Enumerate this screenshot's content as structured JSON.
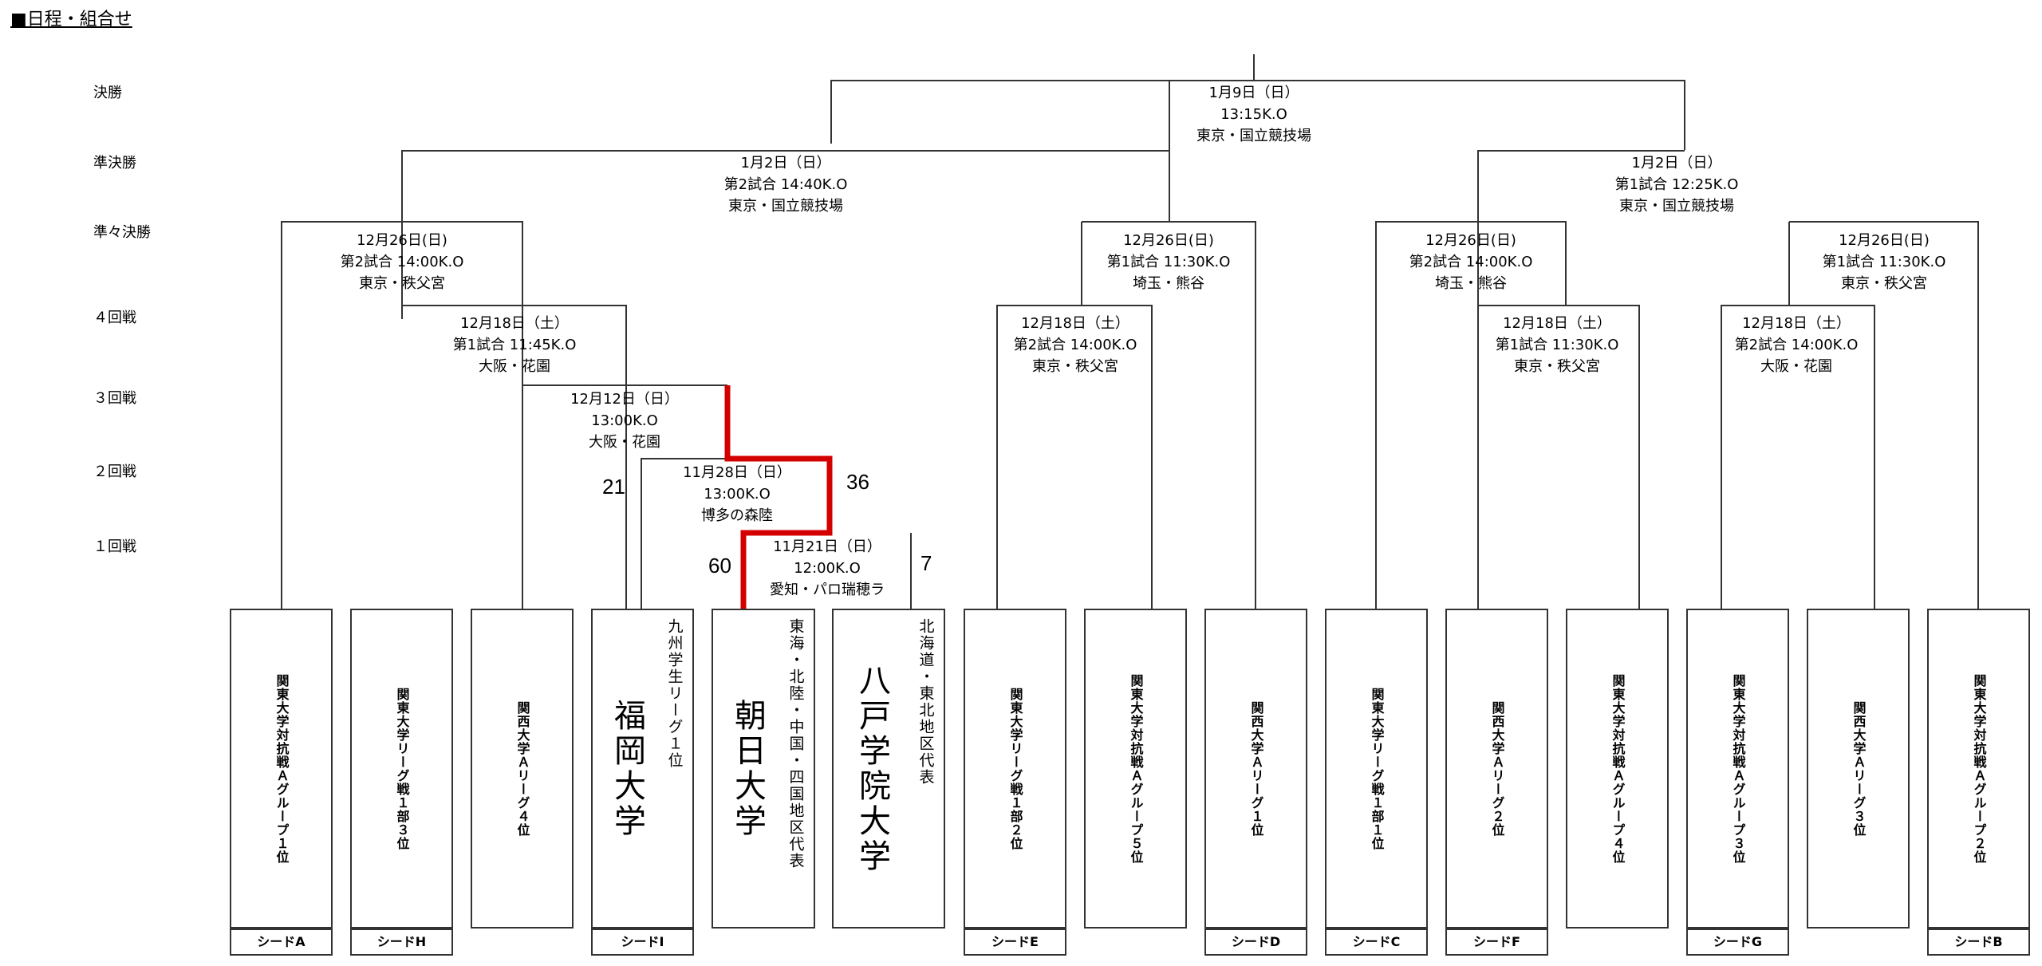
{
  "title": "■日程・組合せ",
  "rounds": {
    "final": "決勝",
    "semi": "準決勝",
    "quarter": "準々決勝",
    "r4": "４回戦",
    "r3": "３回戦",
    "r2": "２回戦",
    "r1": "１回戦"
  },
  "matches": {
    "final": [
      "1月9日（日）",
      "13:15K.O",
      "東京・国立競技場"
    ],
    "sf_left": [
      "1月2日（日）",
      "第2試合 14:40K.O",
      "東京・国立競技場"
    ],
    "sf_right": [
      "1月2日（日）",
      "第1試合 12:25K.O",
      "東京・国立競技場"
    ],
    "qf1": [
      "12月26日(日)",
      "第2試合 14:00K.O",
      "東京・秩父宮"
    ],
    "qf2": [
      "12月26日(日)",
      "第1試合 11:30K.O",
      "埼玉・熊谷"
    ],
    "qf3": [
      "12月26日(日)",
      "第2試合 14:00K.O",
      "埼玉・熊谷"
    ],
    "qf4": [
      "12月26日(日)",
      "第1試合 11:30K.O",
      "東京・秩父宮"
    ],
    "r4_1": [
      "12月18日（土）",
      "第1試合 11:45K.O",
      "大阪・花園"
    ],
    "r4_2": [
      "12月18日（土）",
      "第2試合 14:00K.O",
      "東京・秩父宮"
    ],
    "r4_3": [
      "12月18日（土）",
      "第1試合 11:30K.O",
      "東京・秩父宮"
    ],
    "r4_4": [
      "12月18日（土）",
      "第2試合 14:00K.O",
      "大阪・花園"
    ],
    "r3": [
      "12月12日（日）",
      "13:00K.O",
      "大阪・花園"
    ],
    "r2": [
      "11月28日（日）",
      "13:00K.O",
      "博多の森陸"
    ],
    "r1": [
      "11月21日（日）",
      "12:00K.O",
      "愛知・パロ瑞穂ラ"
    ]
  },
  "scores": {
    "r2_fukuoka": "21",
    "r2_asahi": "36",
    "r1_asahi": "60",
    "r1_hachinohe": "7"
  },
  "highlight_color": "#d40000",
  "teams": [
    {
      "name": "関東大学対抗戦Ａグループ１位",
      "seed": "シードA"
    },
    {
      "name": "関東大学リーグ戦１部３位",
      "seed": "シードH"
    },
    {
      "name": "関西大学Ａリーグ４位",
      "seed": ""
    },
    {
      "name": "福岡大学",
      "note": "九州学生リーグ１位",
      "seed": "シードI"
    },
    {
      "name": "朝日大学",
      "note": "東海・北陸・中国・四国地区代表",
      "seed": ""
    },
    {
      "name": "八戸学院大学",
      "note": "北海道・東北地区代表",
      "seed": ""
    },
    {
      "name": "関東大学リーグ戦１部２位",
      "seed": "シードE"
    },
    {
      "name": "関東大学対抗戦Ａグループ５位",
      "seed": ""
    },
    {
      "name": "関西大学Ａリーグ１位",
      "seed": "シードD"
    },
    {
      "name": "関東大学リーグ戦１部１位",
      "seed": "シードC"
    },
    {
      "name": "関西大学Ａリーグ２位",
      "seed": "シードF"
    },
    {
      "name": "関東大学対抗戦Ａグループ４位",
      "seed": ""
    },
    {
      "name": "関東大学対抗戦Ａグループ３位",
      "seed": "シードG"
    },
    {
      "name": "関西大学Ａリーグ３位",
      "seed": ""
    },
    {
      "name": "関東大学対抗戦Ａグループ２位",
      "seed": "シードB"
    }
  ]
}
